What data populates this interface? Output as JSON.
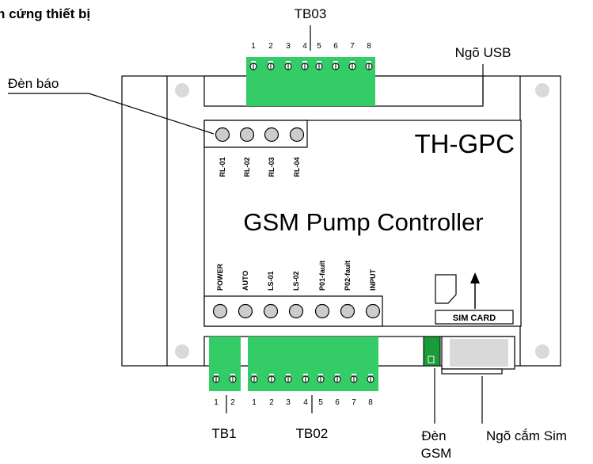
{
  "title": "n cứng thiết bị",
  "device": {
    "model": "TH-GPC",
    "name": "GSM Pump Controller",
    "sim_card_label": "SIM CARD"
  },
  "callouts": {
    "tb03": "TB03",
    "usb": "Ngõ USB",
    "leds": "Đèn báo",
    "tb1": "TB1",
    "tb02": "TB02",
    "gsm_led_line1": "Đèn",
    "gsm_led_line2": "GSM",
    "sim_slot": "Ngõ cắm Sim"
  },
  "relay_leds": [
    "RL-01",
    "RL-02",
    "RL-03",
    "RL-04"
  ],
  "status_leds": [
    "POWER",
    "AUTO",
    "LS-01",
    "LS-02",
    "P01-fault",
    "P02-fault",
    "INPUT"
  ],
  "tb03_pins": [
    "1",
    "2",
    "3",
    "4",
    "5",
    "6",
    "7",
    "8"
  ],
  "tb1_pins": [
    "1",
    "2"
  ],
  "tb02_pins": [
    "1",
    "2",
    "3",
    "4",
    "5",
    "6",
    "7",
    "8"
  ],
  "colors": {
    "terminal_green": "#33cc66",
    "gsm_led_green": "#1a9c3a",
    "led_gray": "#cccccc",
    "hole_gray": "#d9d9d9",
    "line": "#000000"
  }
}
